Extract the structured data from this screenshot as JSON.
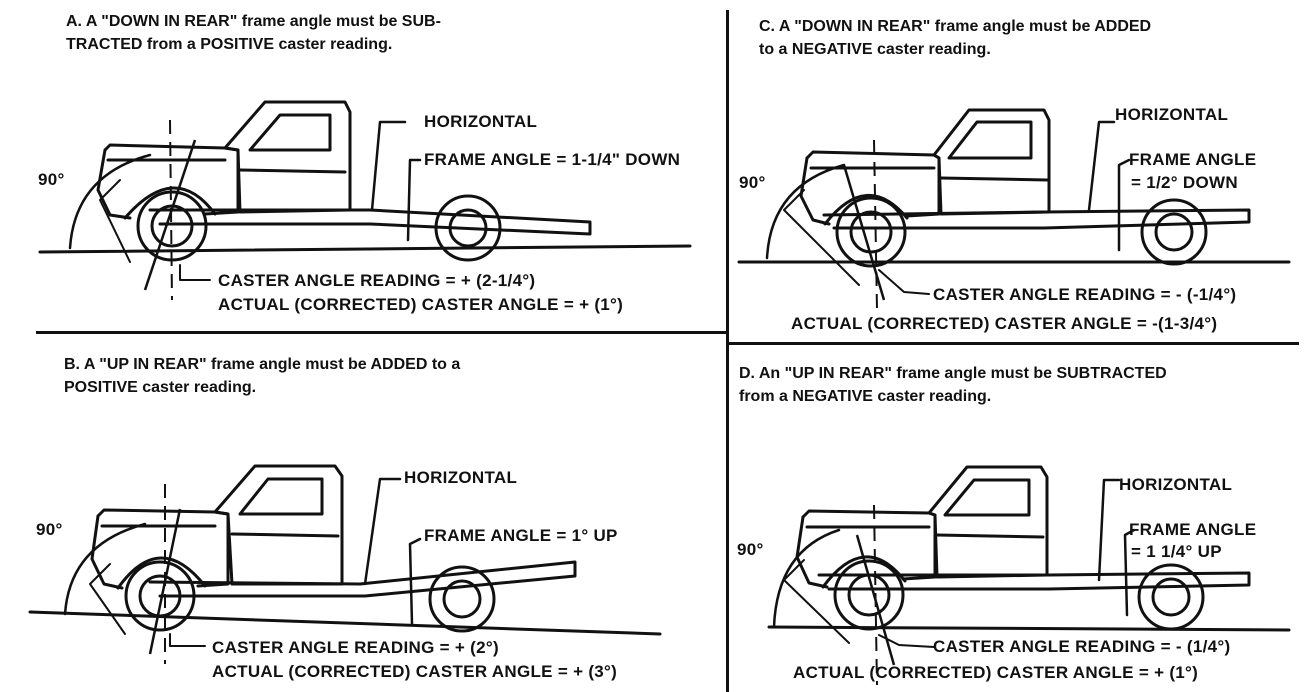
{
  "panels": [
    {
      "id": "a",
      "heading_line1": "A.  A \"DOWN IN REAR\" frame angle must be SUB-",
      "heading_line2": "TRACTED from a POSITIVE caster reading.",
      "ninety": "90°",
      "horizontal": "HORIZONTAL",
      "frame_angle_1": "FRAME ANGLE = 1-1/4\" DOWN",
      "frame_angle_2": "",
      "caster_reading": "CASTER ANGLE READING = + (2-1/4°)",
      "actual_caster": "ACTUAL (CORRECTED) CASTER ANGLE = + (1°)"
    },
    {
      "id": "b",
      "heading_line1": "B.  A \"UP IN REAR\" frame angle must be ADDED to a",
      "heading_line2": "POSITIVE caster reading.",
      "ninety": "90°",
      "horizontal": "HORIZONTAL",
      "frame_angle_1": "FRAME ANGLE = 1° UP",
      "frame_angle_2": "",
      "caster_reading": "CASTER ANGLE READING   = + (2°)",
      "actual_caster": "ACTUAL (CORRECTED) CASTER ANGLE = + (3°)"
    },
    {
      "id": "c",
      "heading_line1": "C.  A \"DOWN IN REAR\" frame angle must be ADDED",
      "heading_line2": "to a  NEGATIVE caster reading.",
      "ninety": "90°",
      "horizontal": "HORIZONTAL",
      "frame_angle_1": "FRAME ANGLE",
      "frame_angle_2": "= 1/2° DOWN",
      "caster_reading": "CASTER ANGLE READING = - (-1/4°)",
      "actual_caster": "ACTUAL (CORRECTED) CASTER ANGLE = -(1-3/4°)"
    },
    {
      "id": "d",
      "heading_line1": "D.  An \"UP IN REAR\" frame angle must be SUBTRACTED",
      "heading_line2": "from a NEGATIVE caster reading.",
      "ninety": "90°",
      "horizontal": "HORIZONTAL",
      "frame_angle_1": "FRAME ANGLE",
      "frame_angle_2": "= 1 1/4° UP",
      "caster_reading": "CASTER ANGLE READING = - (1/4°)",
      "actual_caster": "ACTUAL (CORRECTED) CASTER ANGLE = + (1°)"
    }
  ]
}
